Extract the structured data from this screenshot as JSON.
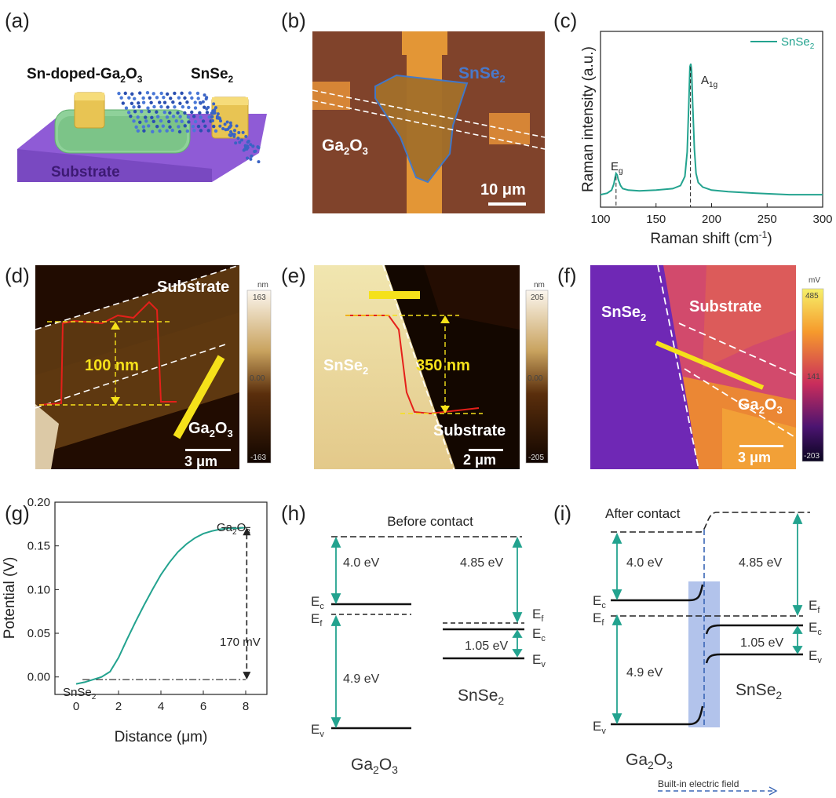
{
  "panels": {
    "a": {
      "label": "(a)",
      "text_sn_doped": "Sn-doped-Ga",
      "sub_2": "2",
      "text_o": "O",
      "sub_3": "3",
      "text_snse": "SnSe",
      "text_substrate": "Substrate"
    },
    "b": {
      "label": "(b)",
      "text_snse": "SnSe",
      "text_ga": "Ga",
      "text_o": "O",
      "sub_2": "2",
      "sub_3": "3",
      "scale_bar": "10 μm"
    },
    "c": {
      "label": "(c)",
      "legend": "SnSe",
      "legend_sub": "2",
      "xlabel": "Raman shift (cm",
      "xlabel_sup": "-1",
      "xlabel_end": ")",
      "ylabel": "Raman intensity (a.u.)",
      "peak_a1g": "A",
      "peak_a1g_sub": "1g",
      "peak_eg": "E",
      "peak_eg_sub": "g"
    },
    "d": {
      "label": "(d)",
      "text_substrate": "Substrate",
      "text_height": "100 nm",
      "text_ga": "Ga",
      "text_o": "O",
      "sub_2": "2",
      "sub_3": "3",
      "scale_bar": "3 μm",
      "cb_unit": "nm",
      "cb_top": "163",
      "cb_mid": "0.00",
      "cb_bot": "-163"
    },
    "e": {
      "label": "(e)",
      "text_snse": "SnSe",
      "sub_2": "2",
      "text_height": "350 nm",
      "text_substrate": "Substrate",
      "scale_bar": "2 μm",
      "cb_unit": "nm",
      "cb_top": "205",
      "cb_mid": "0.00",
      "cb_bot": "-205"
    },
    "f": {
      "label": "(f)",
      "text_snse": "SnSe",
      "sub_2": "2",
      "text_substrate": "Substrate",
      "text_ga": "Ga",
      "text_o": "O",
      "sub_3": "3",
      "scale_bar": "3 μm",
      "cb_unit": "mV",
      "cb_top": "485",
      "cb_mid": "141",
      "cb_bot": "-203"
    },
    "g": {
      "label": "(g)",
      "xlabel": "Distance (μm)",
      "ylabel": "Potential (V)",
      "text_ga": "Ga",
      "text_o": "O",
      "sub_2": "2",
      "sub_3": "3",
      "text_snse": "SnSe",
      "text_mv": "170 mV"
    },
    "h": {
      "label": "(h)",
      "title": "Before contact",
      "gap_4_0": "4.0 eV",
      "gap_4_85": "4.85 eV",
      "gap_4_9": "4.9 eV",
      "gap_1_05": "1.05 eV",
      "ec": "E",
      "ec_sub": "c",
      "ef": "E",
      "ef_sub": "f",
      "ev": "E",
      "ev_sub": "v",
      "mat_ga": "Ga",
      "mat_o": "O",
      "sub_2": "2",
      "sub_3": "3",
      "mat_snse": "SnSe"
    },
    "i": {
      "label": "(i)",
      "title": "After contact",
      "gap_4_0": "4.0 eV",
      "gap_4_85": "4.85 eV",
      "gap_4_9": "4.9 eV",
      "gap_1_05": "1.05 eV",
      "ec": "E",
      "ec_sub": "c",
      "ef": "E",
      "ef_sub": "f",
      "ev": "E",
      "ev_sub": "v",
      "mat_ga": "Ga",
      "mat_o": "O",
      "sub_2": "2",
      "sub_3": "3",
      "mat_snse": "SnSe",
      "field": "Built-in electric field"
    }
  },
  "colors": {
    "teal": "#23a38f",
    "yellow": "#f5e11a",
    "red": "#e5201a",
    "blue": "#3a66b5",
    "band": "#9fb4e6"
  },
  "chart_data": [
    {
      "panel": "c",
      "type": "line",
      "xlabel": "Raman shift (cm-1)",
      "ylabel": "Raman intensity (a.u.)",
      "xlim": [
        100,
        300
      ],
      "xticks": [
        100,
        150,
        200,
        250,
        300
      ],
      "ylim": [
        0,
        1
      ],
      "yticks_shown": false,
      "series": [
        {
          "name": "SnSe2",
          "x": [
            100,
            106,
            110,
            112,
            113,
            114,
            115,
            116,
            118,
            120,
            125,
            135,
            150,
            165,
            172,
            176,
            178,
            179.5,
            180.5,
            181.3,
            182,
            183,
            184.5,
            186,
            188,
            192,
            200,
            215,
            240,
            270,
            300
          ],
          "y": [
            0.02,
            0.03,
            0.05,
            0.09,
            0.13,
            0.16,
            0.15,
            0.12,
            0.08,
            0.06,
            0.05,
            0.045,
            0.05,
            0.06,
            0.08,
            0.14,
            0.3,
            0.62,
            0.86,
            0.88,
            0.84,
            0.62,
            0.32,
            0.16,
            0.1,
            0.07,
            0.05,
            0.04,
            0.03,
            0.02,
            0.02
          ]
        }
      ],
      "annotations": [
        {
          "text": "Eg",
          "x": 114
        },
        {
          "text": "A1g",
          "x": 181
        }
      ]
    },
    {
      "panel": "g",
      "type": "line",
      "xlabel": "Distance (μm)",
      "ylabel": "Potential (V)",
      "xlim": [
        -1,
        9
      ],
      "xticks": [
        0,
        2,
        4,
        6,
        8
      ],
      "ylim": [
        -0.02,
        0.2
      ],
      "yticks": [
        0.0,
        0.05,
        0.1,
        0.15,
        0.2
      ],
      "ytick_labels": [
        "0.00",
        "0.05",
        "0.10",
        "0.15",
        "0.20"
      ],
      "series": [
        {
          "name": "potential",
          "x": [
            0,
            0.4,
            0.8,
            1.2,
            1.6,
            2.0,
            2.4,
            2.8,
            3.2,
            3.6,
            4.0,
            4.4,
            4.8,
            5.2,
            5.6,
            6.0,
            6.4,
            6.8,
            7.2,
            7.6,
            8.0
          ],
          "y": [
            -0.008,
            -0.006,
            -0.003,
            0.0,
            0.006,
            0.022,
            0.043,
            0.063,
            0.082,
            0.1,
            0.117,
            0.131,
            0.143,
            0.152,
            0.159,
            0.164,
            0.167,
            0.169,
            0.17,
            0.17,
            0.171
          ]
        }
      ],
      "annotations": [
        {
          "text": "170 mV",
          "value": 0.17
        }
      ]
    }
  ]
}
